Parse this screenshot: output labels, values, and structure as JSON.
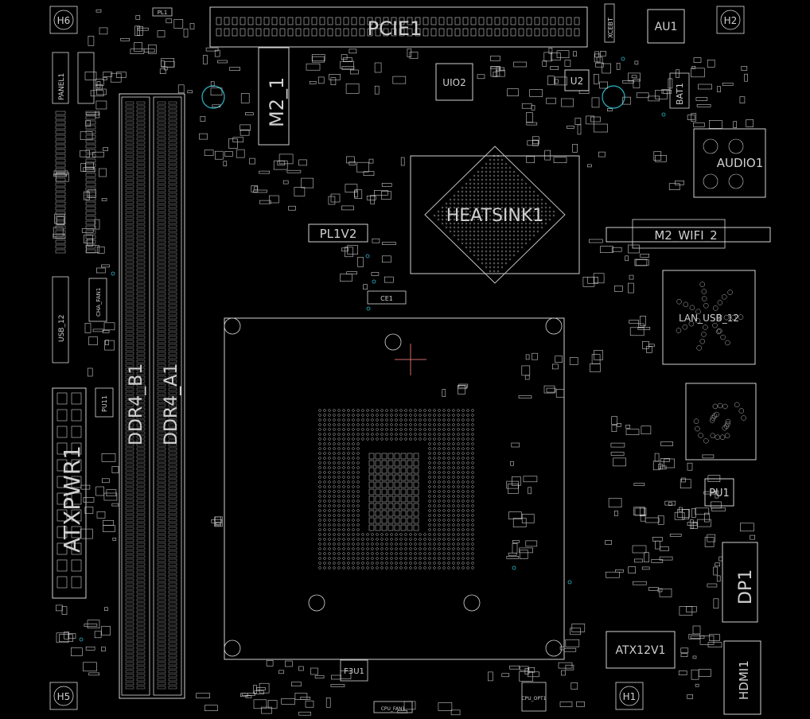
{
  "labels": {
    "pcie": "PCIE1",
    "m2_1": "M2_1",
    "uio2": "UIO2",
    "u2": "U2",
    "au1": "AU1",
    "bat1": "BAT1",
    "xcebt": "XCEBT",
    "h6": "H6",
    "h2": "H2",
    "h5": "H5",
    "h1": "H1",
    "audio1": "AUDIO1",
    "heatsink": "HEATSINK1",
    "m2_wifi": "M2_WIFI_2",
    "pl1v2": "PL1V2",
    "lan_usb": "LAN_USB_12",
    "ddr4_b1": "DDR4_B1",
    "ddr4_a1": "DDR4_A1",
    "atxpwr": "ATXPWR1",
    "pu1": "PU1",
    "dp1": "DP1",
    "hdmi1": "HDMI1",
    "atx12v": "ATX12V1",
    "f3u1": "F3U1",
    "panel": "PANEL1",
    "usb12": "USB_12",
    "cha_fan": "CHA_FAN1",
    "cpu_fan": "CPU_FAN1",
    "pl1": "PL1",
    "pu11": "PU11",
    "cpu_opt": "CPU_OPT1",
    "ce1": "CE1"
  },
  "colors": {
    "background": "#000000",
    "silkscreen": "#d8d8d8",
    "via_circle": "#2bb5c8",
    "crosshair": "#d06a6a"
  }
}
